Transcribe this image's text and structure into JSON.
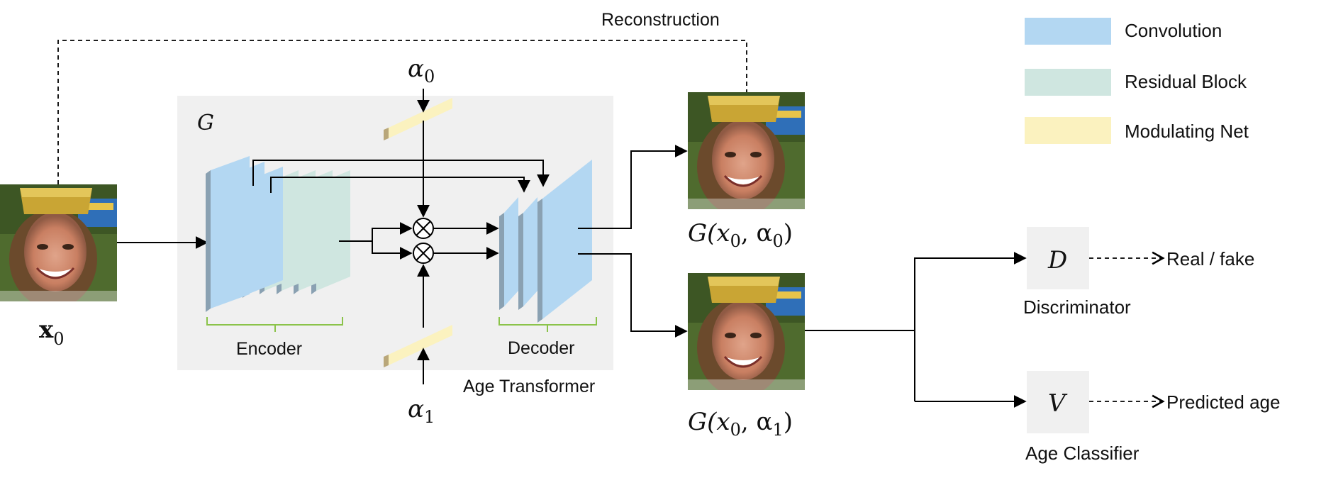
{
  "labels": {
    "reconstruction": "Reconstruction",
    "g_block": "G",
    "encoder": "Encoder",
    "decoder": "Decoder",
    "age_transformer": "Age Transformer",
    "x0": "x",
    "x0_sub": "0",
    "alpha0": "α",
    "alpha0_sub": "0",
    "alpha1": "α",
    "alpha1_sub": "1",
    "out0": "G(x",
    "out0_mid": "0",
    "out0_tail": ", α",
    "out0_sub": "0",
    "out0_close": ")",
    "out1": "G(x",
    "out1_mid": "0",
    "out1_tail": ", α",
    "out1_sub": "1",
    "out1_close": ")",
    "d_letter": "D",
    "v_letter": "V",
    "real_fake": "Real / fake",
    "predicted_age": "Predicted age",
    "discriminator": "Discriminator",
    "age_classifier": "Age Classifier"
  },
  "legend": [
    {
      "label": "Convolution",
      "color": "#b3d7f2"
    },
    {
      "label": "Residual Block",
      "color": "#cfe6e0"
    },
    {
      "label": "Modulating Net",
      "color": "#fbf2bf"
    }
  ],
  "colors": {
    "conv_front": "#b3d7f2",
    "conv_side": "#8aa1b2",
    "res_front": "#cfe6e0",
    "res_side": "#8aa1b2",
    "mod_front": "#fbf2bf",
    "mod_side": "#b9a77a",
    "panel": "#f0f0f0",
    "brace": "#8bc34a"
  },
  "icons": {
    "multiply": "circled-times-icon",
    "face": "face-photo-icon"
  }
}
